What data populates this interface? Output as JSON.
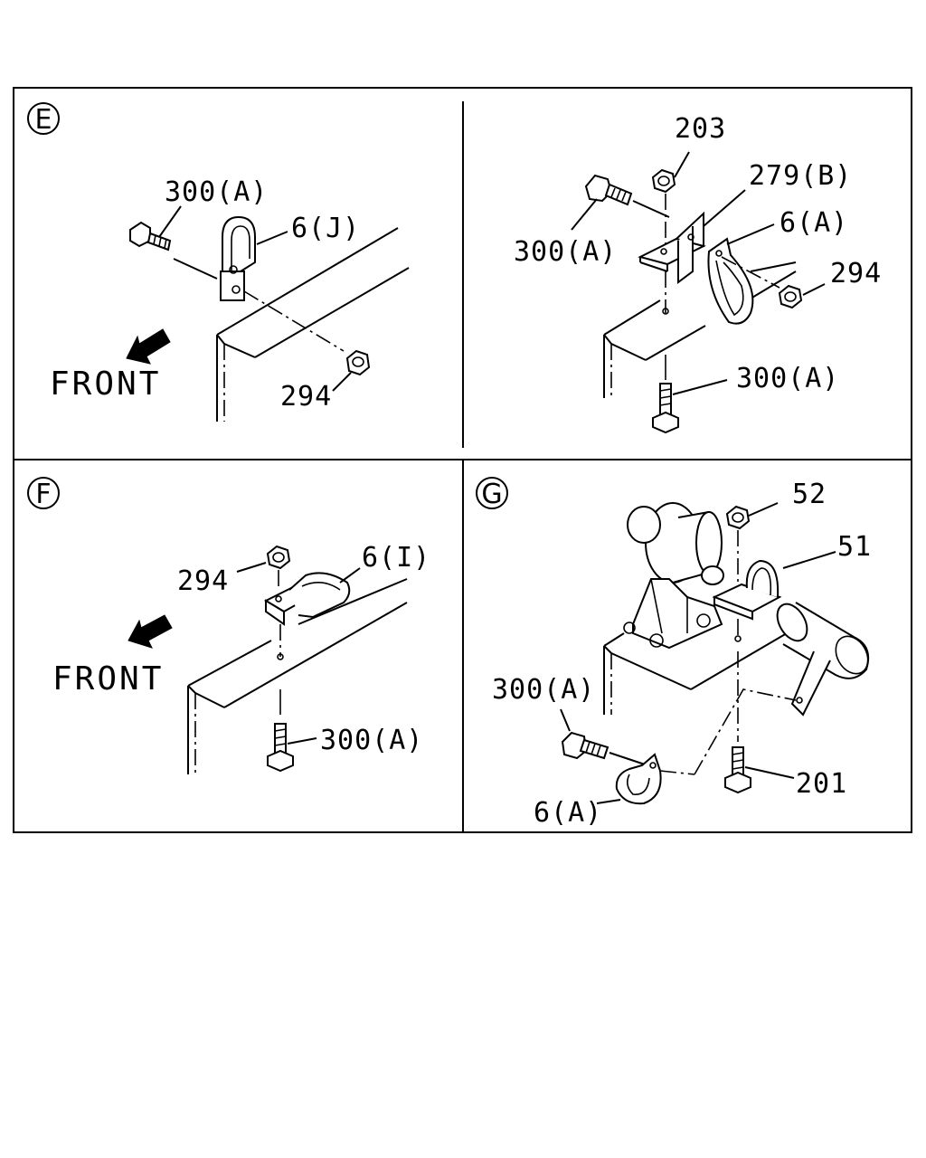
{
  "panels": {
    "E": {
      "marker": "E",
      "front": "FRONT",
      "labels": {
        "bolt": "300(A)",
        "clip": "6(J)",
        "nut": "294"
      }
    },
    "E2": {
      "labels": {
        "nut_top": "203",
        "bracket": "279(B)",
        "bolt_left": "300(A)",
        "clip": "6(A)",
        "nut_right": "294",
        "bolt_bottom": "300(A)"
      }
    },
    "F": {
      "marker": "F",
      "front": "FRONT",
      "labels": {
        "nut": "294",
        "clip": "6(I)",
        "bolt": "300(A)"
      }
    },
    "G": {
      "marker": "G",
      "labels": {
        "nut": "52",
        "clip_top": "51",
        "bolt_left": "300(A)",
        "bolt_bottom": "201",
        "clip_bottom": "6(A)"
      }
    }
  }
}
